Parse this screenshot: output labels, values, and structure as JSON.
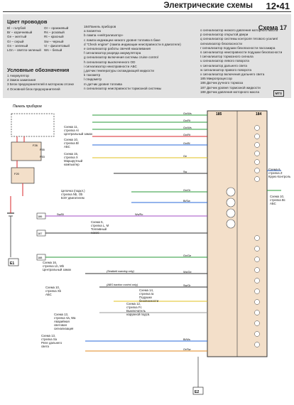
{
  "header": {
    "title": "Электрические схемы",
    "page_number": "12•41"
  },
  "wire_colors": {
    "heading": "Цвет проводов",
    "col1": [
      "Bl – голубой",
      "Br – коричневый",
      "Ge – желтый",
      "Gr – серый",
      "Gn – зеленый",
      "LGn – светло-зеленый"
    ],
    "col2": [
      "Or – оранжевый",
      "Rs – розовый",
      "Rt – красный",
      "Sw – черный",
      "Vi – фиолетовый",
      "Ws – белый"
    ]
  },
  "symbols": {
    "heading": "Условные обозначения",
    "items": [
      "1 Аккумулятор",
      "2 Замок зажигания",
      "3 Блок предохранителей в моторном отсеке",
      "4 Основной блок предохранителей"
    ]
  },
  "components_mid": [
    "184Панель приборов",
    "a пасметна",
    "b лампа «нейтрализатор»",
    "c лампа индикации низкого уровня топлива в баке",
    "d \"Check engine\" (лампа индикации неисправности в двигателе)",
    "e сигнализатор работы свечей накаливания",
    "f сигнализатор разряда аккумулятора",
    "g сигнализатор включения системы cruise control",
    "h сигнализатор выключенного OD",
    "i сигнализатор неисправности АБС",
    "j датчик температуры охлаждающей жидкости",
    "k тахометр",
    "l спидометр",
    "m датчик уровня топлива",
    "n сигнализатор неисправности тормозной системы"
  ],
  "components_right": [
    "o сигнализатор низкого давления моторного масла",
    "p сигнализатор открытой двери",
    "q сигнализатор системы контроля тягового усилия/",
    "  сигнализатор безопасности",
    "r сигнализатор подушки безопасности пассажира",
    "s сигнализатор неисправности подушки безопасности",
    "t сигнализатор тормозного сигнала",
    "u сигнализатор левого поворота",
    "v сигнализатор дальнего света",
    "w сигнализатор правого поворота",
    "x сигнализатор включения дальнего света",
    "185 Микропроцессор",
    "186 Датчик ручного тормоза",
    "187 Датчик уровня тормозной жидкости",
    "188 Датчик давления моторного масла"
  ],
  "scheme": {
    "label": "Схема 17",
    "badge": "MTS"
  },
  "diagram": {
    "panel_label": "Панель приборов",
    "panel_ids": [
      "185",
      "184"
    ],
    "left_labels": [
      {
        "key": "central_lock",
        "text": [
          "Схема 11,",
          "стрелка Аr",
          "Центральный замок"
        ]
      },
      {
        "key": "abs_a",
        "text": [
          "Схема 10,",
          "стрелка Bl",
          "АБС"
        ]
      },
      {
        "key": "route_pc",
        "text": [
          "Схема 15,",
          "стрелка X",
          "Маршрутный",
          "компьютер"
        ]
      },
      {
        "key": "ecu",
        "text": [
          "Цепочка (подкл.)",
          "стрелка Nb, Ob",
          "БЭУ двигателем"
        ]
      },
      {
        "key": "fuel_pump",
        "text": [
          "Схема 5,",
          "стрелка L, М",
          "Топливный",
          "насос"
        ]
      },
      {
        "key": "central_lock2",
        "text": [
          "Схема 16,",
          "стрелка Lb, Mb",
          "Центральный замок"
        ]
      },
      {
        "key": "abs_b",
        "text": [
          "Схема 10,",
          "стрелка Xb",
          "АБС"
        ]
      },
      {
        "key": "alarm",
        "text": [
          "Схема 13,",
          "стрелка Va, Wa",
          "Аварийная",
          "световая",
          "сигнализация"
        ]
      },
      {
        "key": "highbeam",
        "text": [
          "Схема 13,",
          "стрелка Sa",
          "Реле дальнего",
          "света"
        ]
      }
    ],
    "mid_labels": [
      {
        "key": "security",
        "text": [
          "Схема 14,",
          "стрелка Ia",
          "Подушки",
          "безопасности"
        ]
      },
      {
        "key": "airbag",
        "text": [
          "Схема 12,",
          "стрелка Fc",
          "Выключатель",
          "наружной подсв."
        ]
      }
    ],
    "right_labels": [
      {
        "key": "cruise",
        "text": [
          "Схема 6,",
          "стрелка Z",
          "Круиз Контроль"
        ]
      },
      {
        "key": "abs_right",
        "text": [
          "Схема 10,",
          "стрелка Bc",
          "АБС"
        ]
      }
    ],
    "notes": [
      "(Seatbelt warning only)",
      "(ABS traction control only)"
    ],
    "comp_ids": [
      "186",
      "187",
      "188"
    ],
    "ground_labels": [
      "E1",
      "E2"
    ],
    "fuses": [
      "F20",
      "F26",
      "F55",
      "F53"
    ],
    "wire_codes": [
      "Gn/Ws",
      "Gn/Rt",
      "Gn/Ws",
      "Gn/Rt",
      "Gn/Bl",
      "Ge",
      "Sw",
      "Gn/Or",
      "Bl/Sw",
      "Ws/Ro",
      "Sw/Bl",
      "Gn/Ge",
      "Ws/Ge",
      "Sw/Gr",
      "Bl/Ws",
      "Or/Sw"
    ]
  }
}
